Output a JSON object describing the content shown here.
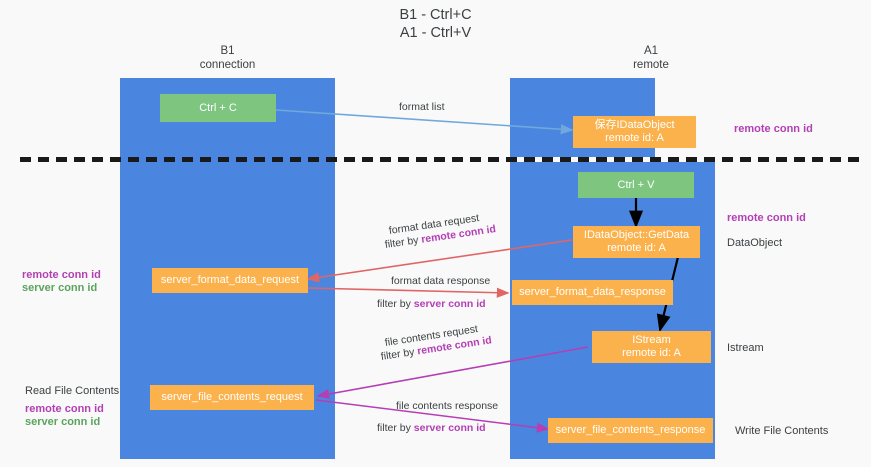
{
  "title": "B1 - Ctrl+C\nA1 - Ctrl+V",
  "columns": {
    "left": {
      "header": "B1\nconnection"
    },
    "right": {
      "header": "A1\nremote"
    }
  },
  "colors": {
    "lane": "#4a86e0",
    "green_node": "#7ec580",
    "orange_node": "#fbb24c",
    "purple_text": "#b43fb4",
    "green_text": "#5aa45c",
    "blue_arrow": "#6fa8dc",
    "red_arrow": "#e06666",
    "magenta_arrow": "#b43fb4",
    "black_arrow": "#000000",
    "dashed_line": "#1a1a1a"
  },
  "nodes": {
    "ctrl_c": "Ctrl + C",
    "ctrl_v": "Ctrl + V",
    "store_dataobject": "保存IDataObject\nremote id: A",
    "getdata": "IDataObject::GetData\nremote id: A",
    "istream": "IStream\nremote id: A",
    "server_format_data_request": "server_format_data_request",
    "server_format_data_response": "server_format_data_response",
    "server_file_contents_request": "server_file_contents_request",
    "server_file_contents_response": "server_file_contents_response"
  },
  "edges": {
    "format_list": "format list",
    "format_data_request": "format data request",
    "format_data_request_filter_prefix": "filter by ",
    "format_data_request_filter_key": "remote conn id",
    "format_data_response": "format data response",
    "format_data_response_filter_prefix": "filter by ",
    "format_data_response_filter_key": "server conn id",
    "file_contents_request": "file contents request",
    "file_contents_request_filter_prefix": "filter by ",
    "file_contents_request_filter_key": "remote conn id",
    "file_contents_response": "file contents response",
    "file_contents_response_filter_prefix": "filter by ",
    "file_contents_response_filter_key": "server conn id"
  },
  "annotations": {
    "right_remote_conn_id_top": "remote conn id",
    "right_remote_conn_id_mid": "remote conn id",
    "right_dataobject": "DataObject",
    "right_istream": "Istream",
    "right_write_file_contents": "Write File Contents",
    "left_remote_conn_id": "remote conn id",
    "left_server_conn_id": "server conn id",
    "left_read_file_contents": "Read File Contents",
    "left_remote_conn_id_2": "remote conn id",
    "left_server_conn_id_2": "server conn id"
  }
}
